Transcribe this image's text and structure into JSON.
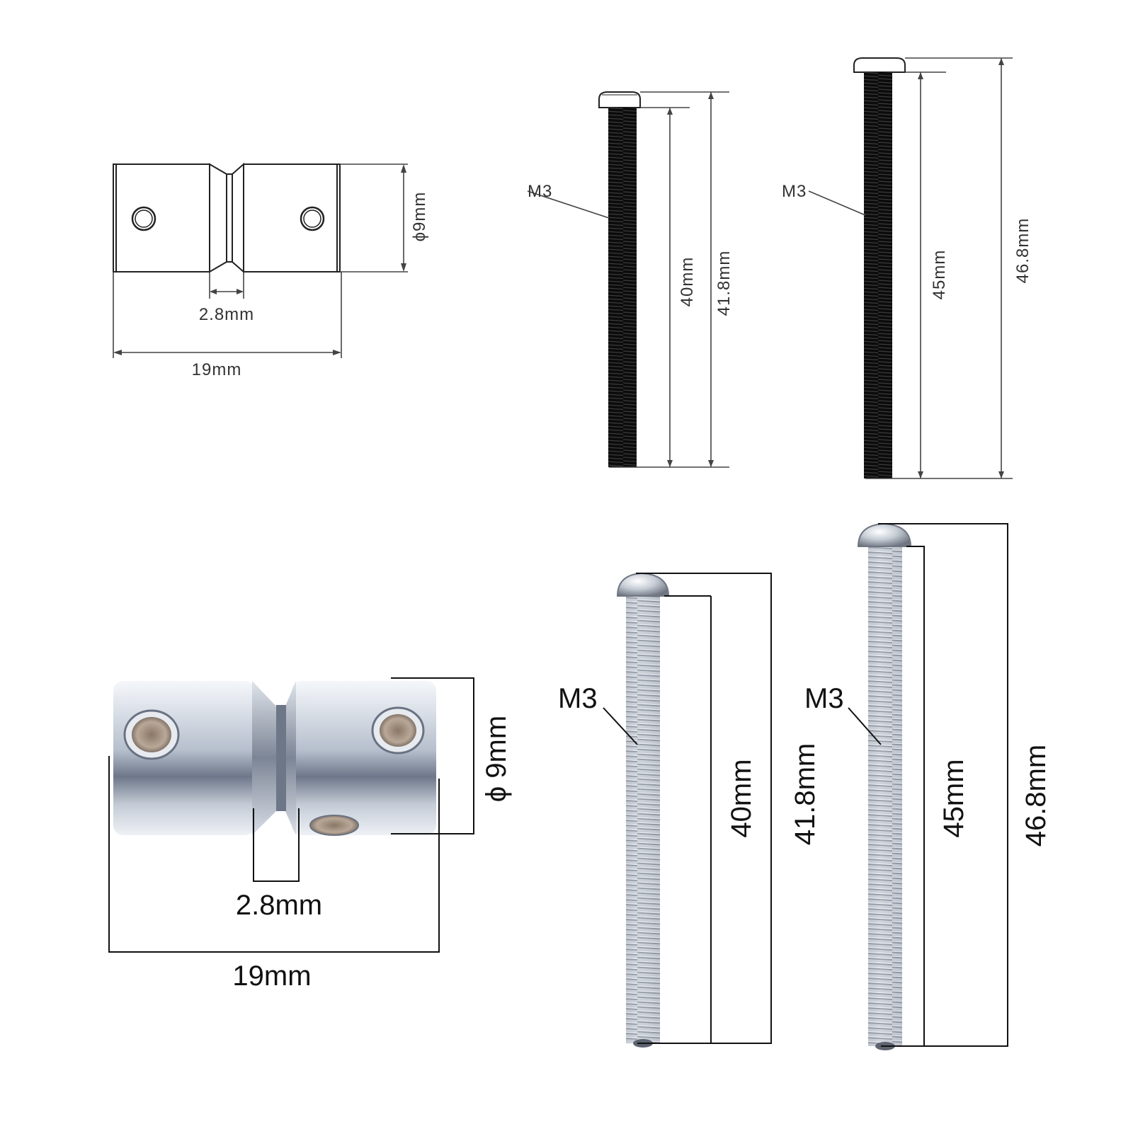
{
  "colors": {
    "background": "#ffffff",
    "line": "#222222",
    "thread_dark": "#111111",
    "chrome_light": "#f2f4f8",
    "chrome_mid": "#aab3c4",
    "chrome_dark": "#5a6478"
  },
  "top_drawing": {
    "coupler": {
      "diameter_label": "ϕ9mm",
      "groove_label": "2.8mm",
      "length_label": "19mm"
    },
    "screw_short": {
      "thread_label": "M3",
      "shank_label": "40mm",
      "total_label": "41.8mm"
    },
    "screw_long": {
      "thread_label": "M3",
      "shank_label": "45mm",
      "total_label": "46.8mm"
    }
  },
  "bottom_photo": {
    "coupler": {
      "diameter_label": "ϕ 9mm",
      "groove_label": "2.8mm",
      "length_label": "19mm"
    },
    "screw_short": {
      "thread_label": "M3",
      "shank_label": "40mm",
      "total_label": "41.8mm"
    },
    "screw_long": {
      "thread_label": "M3",
      "shank_label": "45mm",
      "total_label": "46.8mm"
    }
  }
}
